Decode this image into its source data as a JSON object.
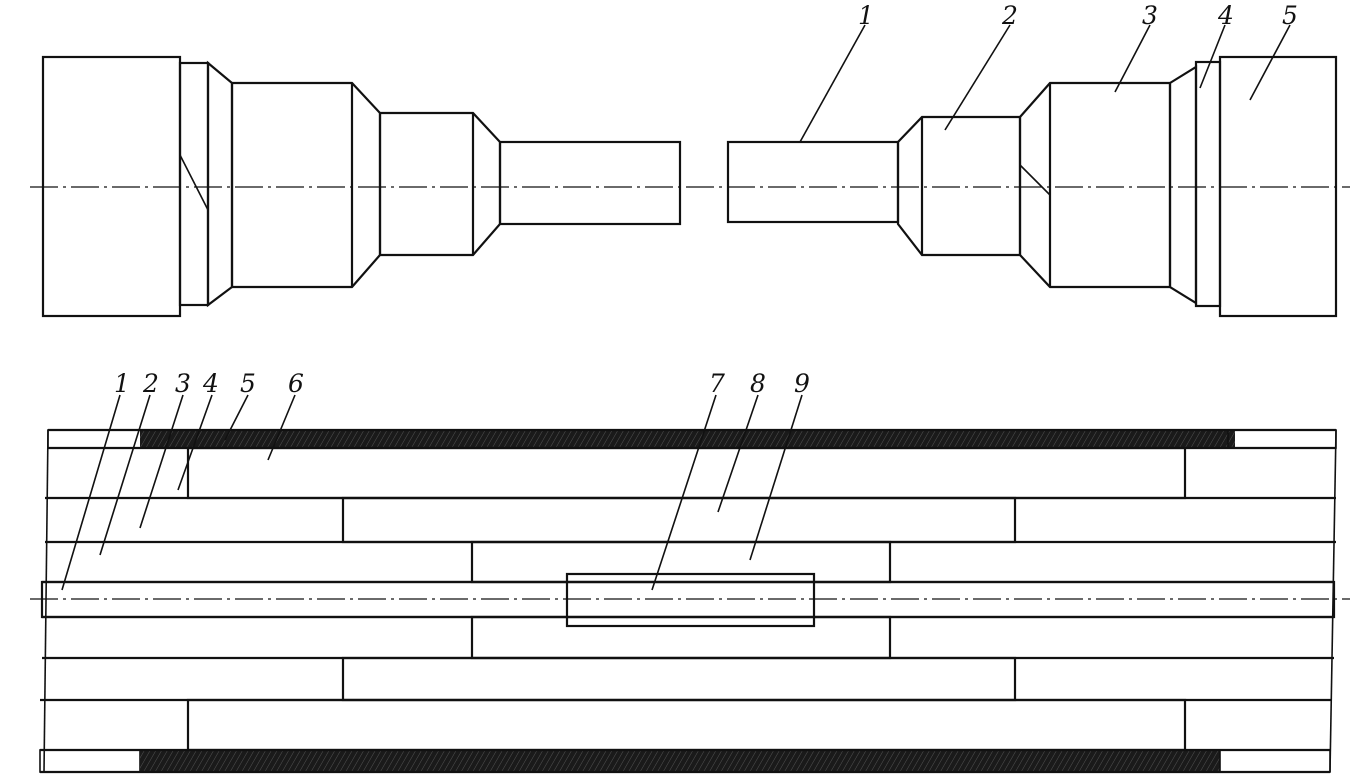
{
  "top_view": {
    "labels": [
      {
        "id": "t1",
        "text": "1"
      },
      {
        "id": "t2",
        "text": "2"
      },
      {
        "id": "t3",
        "text": "3"
      },
      {
        "id": "t4",
        "text": "4"
      },
      {
        "id": "t5",
        "text": "5"
      }
    ]
  },
  "bottom_view": {
    "labels": [
      {
        "id": "b1",
        "text": "1"
      },
      {
        "id": "b2",
        "text": "2"
      },
      {
        "id": "b3",
        "text": "3"
      },
      {
        "id": "b4",
        "text": "4"
      },
      {
        "id": "b5",
        "text": "5"
      },
      {
        "id": "b6",
        "text": "6"
      },
      {
        "id": "b7",
        "text": "7"
      },
      {
        "id": "b8",
        "text": "8"
      },
      {
        "id": "b9",
        "text": "9"
      }
    ]
  },
  "colors": {
    "ink": "#111111",
    "paper": "#ffffff"
  }
}
